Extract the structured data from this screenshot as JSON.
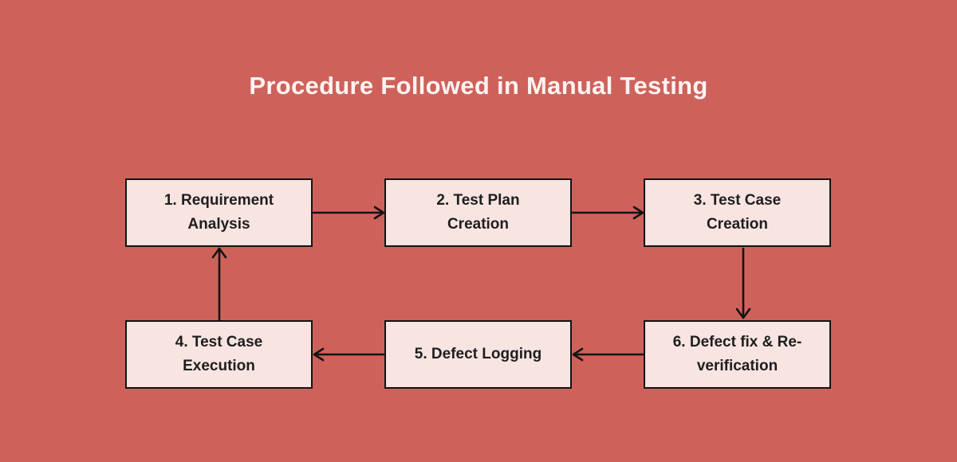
{
  "title": "Procedure Followed in Manual Testing",
  "colors": {
    "background": "#CF615B",
    "title-text": "#FDF4F2",
    "node-fill": "#F8E4E1",
    "node-border": "#131313",
    "node-text": "#1E1E1E",
    "arrow": "#131313"
  },
  "diagram": {
    "nodes": [
      {
        "line1": "1. Requirement",
        "line2": "Analysis"
      },
      {
        "line1": "2. Test Plan",
        "line2": "Creation"
      },
      {
        "line1": "3. Test Case",
        "line2": "Creation"
      },
      {
        "line1": "4. Test Case",
        "line2": "Execution"
      },
      {
        "line1": "5. Defect Logging",
        "line2": ""
      },
      {
        "line1": "6. Defect fix & Re-",
        "line2": "verification"
      }
    ],
    "edges": [
      "1. Requirement Analysis -> 2. Test Plan Creation",
      "2. Test Plan Creation -> 3. Test Case Creation",
      "3. Test Case Creation -> 6. Defect fix & Re-verification",
      "6. Defect fix & Re-verification -> 5. Defect Logging",
      "5. Defect Logging -> 4. Test Case Execution",
      "4. Test Case Execution -> 1. Requirement Analysis"
    ]
  }
}
